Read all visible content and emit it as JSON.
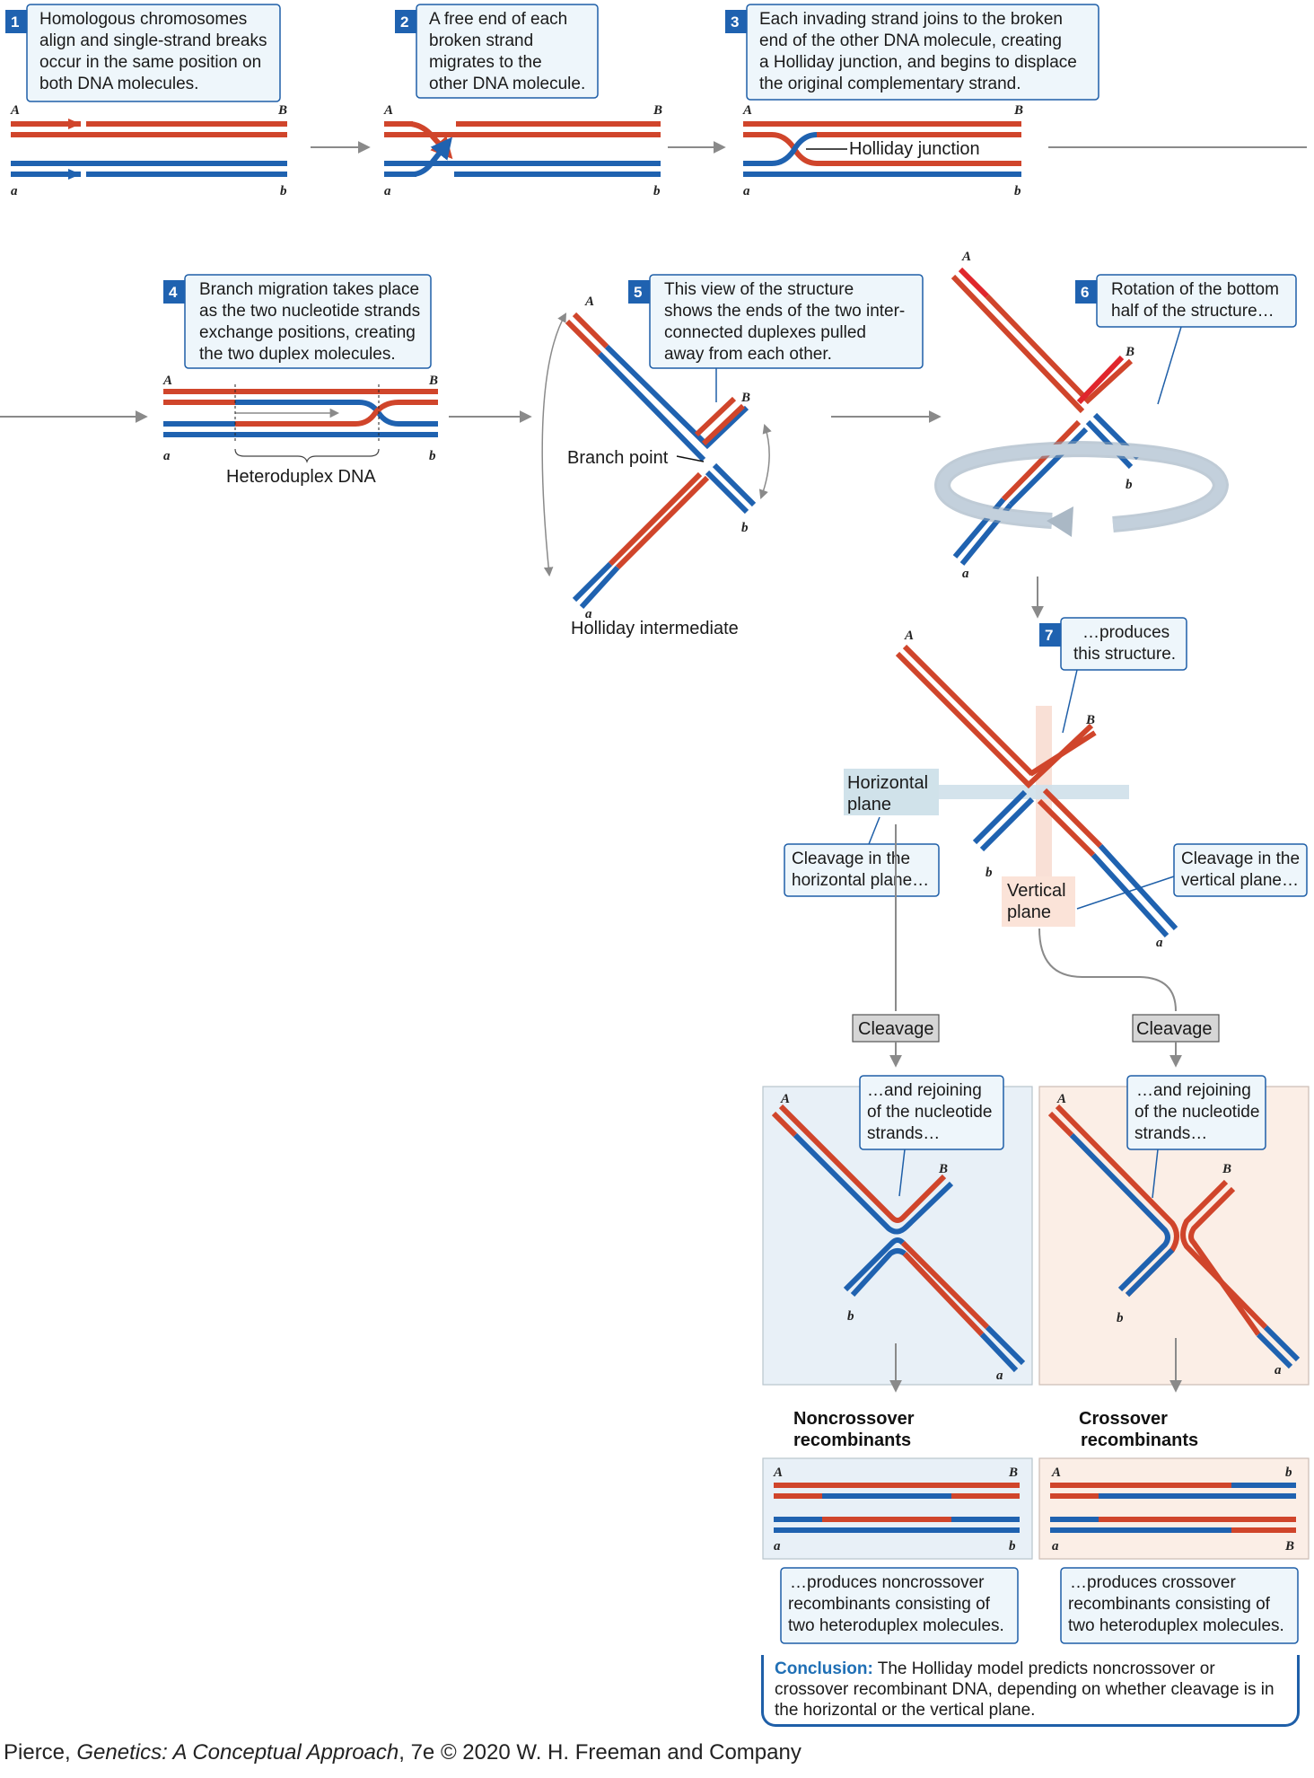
{
  "colors": {
    "red": "#d0452b",
    "blue": "#1f62b0",
    "callout_bg": "#eef6fb",
    "callout_border": "#1f5fa8",
    "num_bg": "#1f62b0",
    "panel_blue": "#e8f0f7",
    "panel_peach": "#fbeee6",
    "arrow": "#8a8a8a"
  },
  "steps": {
    "s1": {
      "num": "1",
      "lines": [
        "Homologous chromosomes",
        "align and single-strand breaks",
        "occur in the same position on",
        "both DNA molecules."
      ]
    },
    "s2": {
      "num": "2",
      "lines": [
        "A free end of each",
        "broken strand",
        "migrates to the",
        "other DNA molecule."
      ]
    },
    "s3": {
      "num": "3",
      "lines": [
        "Each invading strand joins to the broken",
        "end of the other DNA molecule, creating",
        "a Holliday junction, and begins to displace",
        "the original complementary strand."
      ]
    },
    "s4": {
      "num": "4",
      "lines": [
        "Branch migration takes place",
        "as the two nucleotide strands",
        "exchange positions, creating",
        "the two duplex molecules."
      ]
    },
    "s5": {
      "num": "5",
      "lines": [
        "This view of the structure",
        "shows the ends of the two inter-",
        "connected duplexes pulled",
        "away from each other."
      ]
    },
    "s6": {
      "num": "6",
      "lines": [
        "Rotation of the bottom",
        "half of the structure…"
      ]
    },
    "s7": {
      "num": "7",
      "lines": [
        "…produces",
        "this structure."
      ]
    }
  },
  "labels": {
    "holliday_junction": "Holliday junction",
    "heteroduplex": "Heteroduplex DNA",
    "branch_point": "Branch point",
    "holliday_intermediate": "Holliday intermediate",
    "horizontal_plane": [
      "Horizontal",
      "plane"
    ],
    "vertical_plane": [
      "Vertical",
      "plane"
    ],
    "cleavage_h": [
      "Cleavage in the",
      "horizontal plane…"
    ],
    "cleavage_v": [
      "Cleavage in the",
      "vertical plane…"
    ],
    "cleavage": "Cleavage",
    "rejoin": [
      "…and rejoining",
      "of the nucleotide",
      "strands…"
    ],
    "noncrossover": [
      "Noncrossover",
      "recombinants"
    ],
    "crossover": [
      "Crossover",
      "recombinants"
    ],
    "produces_non": [
      "…produces noncrossover",
      "recombinants consisting of",
      "two heteroduplex molecules."
    ],
    "produces_cross": [
      "…produces crossover",
      "recombinants consisting of",
      "two heteroduplex molecules."
    ],
    "ends": {
      "A": "A",
      "B": "B",
      "a": "a",
      "b": "b"
    }
  },
  "conclusion": {
    "heading": "Conclusion:",
    "text": "The Holliday model predicts noncrossover or crossover recombinant DNA, depending on whether cleavage is in the horizontal or the vertical plane."
  },
  "footer": {
    "author": "Pierce, ",
    "book": "Genetics: A Conceptual Approach",
    "rest": ", 7e © 2020 W. H. Freeman and Company"
  }
}
